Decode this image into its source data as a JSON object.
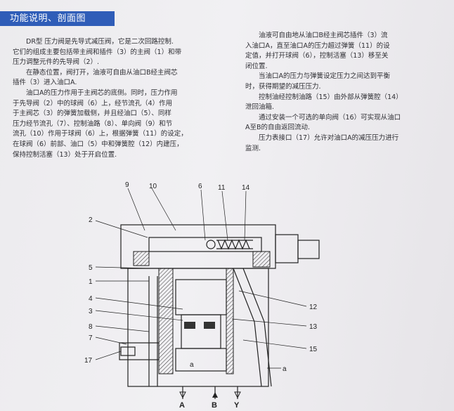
{
  "header": {
    "title": "功能说明、剖面图"
  },
  "left_column": {
    "lines": [
      "DR型 压力阀是先导式减压阀，它是二次回路控制.",
      "它们的组成主要包括带主阀和插件（3）的主阀（1）和带",
      "压力调整元件的先导阀（2）.",
      "在静态位置，阀打开，油液可自由从油口B经主阀芯",
      "插件（3）进入油口A.",
      "油口A的压力作用于主阀芯的底侧。同时，压力作用",
      "于先导阀（2）中的球阀（6）上，经节流孔（4）作用",
      "于主阀芯（3）的弹簧加载侧，并且经油口（5）、同样",
      "压力经节流孔（7）、控制油路（8）、单向阀（9）和节",
      "流孔（10）作用于球阀（6）上，根据弹簧（11）的设定，",
      "在球阀（6）前部、油口（5）中和弹簧腔（12）内建压，",
      "保持控制活塞（13）处于开启位置."
    ]
  },
  "right_column": {
    "lines": [
      "油液可自由地从油口B经主阀芯插件（3）流",
      "入油口A，直至油口A的压力超过弹簧（11）的设",
      "定值，并打开球阀（6），控制活塞（13）移至关",
      "闭位置.",
      "当油口A的压力与弹簧设定压力之间达到平衡",
      "时，获得期望的减压压力.",
      "控制油经控制油路（15）由外部从弹簧腔（14）",
      "泄回油箱.",
      "通过安装一个可选的单向阀（16）可实现从油口",
      "A至B的自由返回流动.",
      "压力表接口（17）允许对油口A的减压压力进行",
      "监测."
    ]
  },
  "diagram": {
    "callouts": [
      "9",
      "10",
      "6",
      "11",
      "14",
      "2",
      "5",
      "1",
      "4",
      "3",
      "8",
      "7",
      "17",
      "12",
      "13",
      "15"
    ],
    "ports": {
      "A": "A",
      "B": "B",
      "Y": "Y",
      "a1": "a",
      "a2": "a"
    }
  }
}
